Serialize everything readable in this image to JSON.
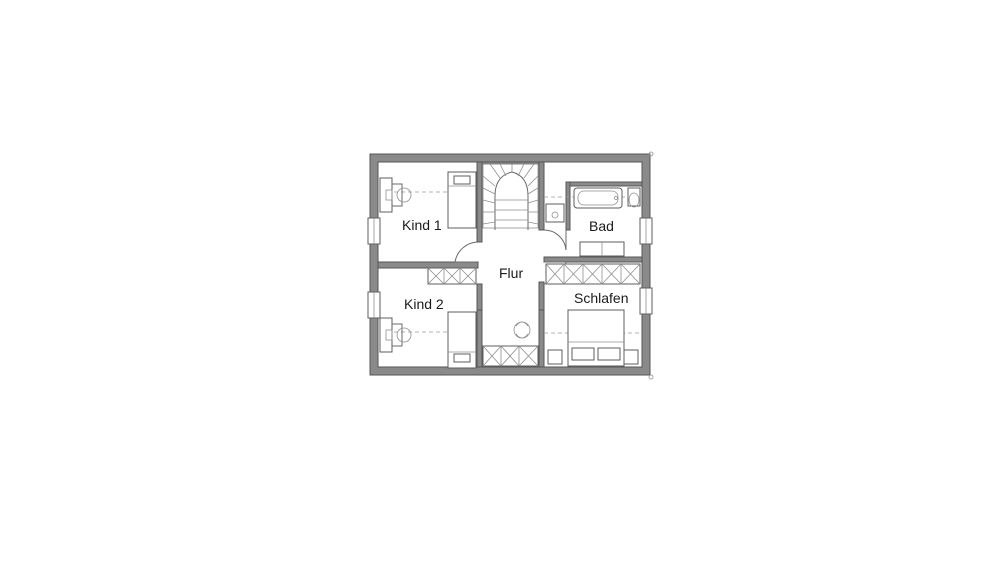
{
  "floorplan": {
    "rooms": [
      {
        "id": "kind1",
        "label": "Kind 1"
      },
      {
        "id": "kind2",
        "label": "Kind 2"
      },
      {
        "id": "flur",
        "label": "Flur"
      },
      {
        "id": "bad",
        "label": "Bad"
      },
      {
        "id": "schlafen",
        "label": "Schlafen"
      }
    ]
  }
}
